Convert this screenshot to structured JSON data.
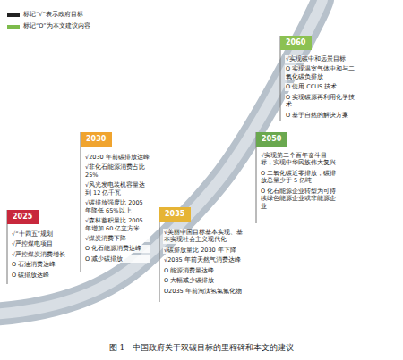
{
  "diagram": {
    "caption": "图 1　中国政府关于双碳目标的里程碑和本文的建议",
    "nodes": [
      {
        "text": [
          "2025"
        ]
      },
      {
        "text": [
          "2030"
        ]
      },
      {
        "text": [
          "2035"
        ]
      },
      {
        "text": [
          "2050"
        ]
      },
      {
        "text": [
          "2060"
        ]
      }
    ],
    "labels": [
      "√“十四五”规划",
      "√严控煤电项目",
      "√严控煤炭消费增长",
      "O 石油消费达峰",
      "O 碳排放达峰",
      "√2030 年前碳排放达峰",
      "√非化石能源消费占比 25%",
      "√风光发电装机容量达到 12 亿千瓦",
      "√碳排放强度比 2005 年降低 65%以上",
      "√森林蓄积量比 2005 年增加 60 亿立方米",
      "√煤炭消费下降",
      "O 化石能源消费达峰",
      "O 减少碳排放",
      "√美丽中国目标基本实现、基本实现社会主义现代化",
      "√碳排放量比 2030 年下降",
      "√2035 年前天然气消费达峰",
      "O 能源消费量达峰",
      "O 大幅减少碳排放",
      "O2035 年前淘汰氢氯氟化物",
      "√实现第二个百年奋斗目标，实现中华民族伟大复兴",
      "O 二氧化碳近零排放，碳排放总量少于 5 亿吨",
      "O 化石能源企业转型为可持续绿色能源企业或非能源企业",
      "√实现碳中和远景目标",
      "O 实现温室气体中和与二氧化碳负排放",
      "O 使用 CCUS 技术",
      "O 实现碳源再利用化学技术",
      "O 基于自然的解决方案"
    ],
    "legend": [
      {
        "text": "标记“√”表示政府目标",
        "color": "#222222"
      },
      {
        "text": "标记“O”为本文建议内容",
        "color": "#7dbb4c"
      }
    ]
  }
}
